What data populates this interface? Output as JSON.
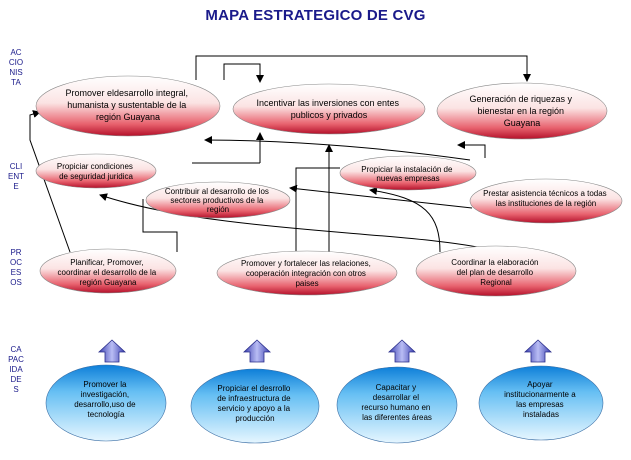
{
  "title": "MAPA ESTRATEGICO DE CVG",
  "perspectives": {
    "accionista": "ACCIONISTA",
    "cliente": "CLIENTE",
    "procesos": "PROCESOS",
    "capacidades": "CAPACIDADES"
  },
  "nodes": {
    "promover": [
      "Promover eldesarrollo integral,",
      "humanista y sustentable de la",
      "región Guayana"
    ],
    "incentivar": [
      "Incentivar las inversiones con entes",
      "publicos y privados"
    ],
    "generacion": [
      "Generación de riquezas y",
      "bienestar en la región",
      "Guayana"
    ],
    "seguridad": [
      "Propiciar condiciones",
      "de seguridad juridica"
    ],
    "contribuir": [
      "Contribuir al desarrollo de los",
      "sectores productivos de la",
      "región"
    ],
    "instalacion": [
      "Propiciar la instalación de",
      "nuevas empresas"
    ],
    "asistencia": [
      "Prestar asistencia técnicos  a todas",
      "las instituciones de la región"
    ],
    "planificar": [
      "Planificar, Promover,",
      "coordinar el desarrollo de la",
      "región Guayana"
    ],
    "fortalecer": [
      "Promover y fortalecer las relaciones,",
      "cooperación integración con otros",
      "paises"
    ],
    "coordinar": [
      "Coordinar la elaboración",
      "del plan de desarrollo",
      "Regional"
    ],
    "investigacion": [
      "Promover la",
      "investigación,",
      "desarrollo,uso de",
      "tecnología"
    ],
    "infraestructura": [
      "Propiciar el desrrollo",
      "de infraestructura de",
      "servicio y apoyo a la",
      "producción"
    ],
    "capacitar": [
      "Capacitar y",
      "desarrollar el",
      "recurso humano en",
      "las diferentes áreas"
    ],
    "apoyar": [
      "Apoyar",
      "institucionarmente a",
      "las empresas",
      "instaladas"
    ]
  }
}
